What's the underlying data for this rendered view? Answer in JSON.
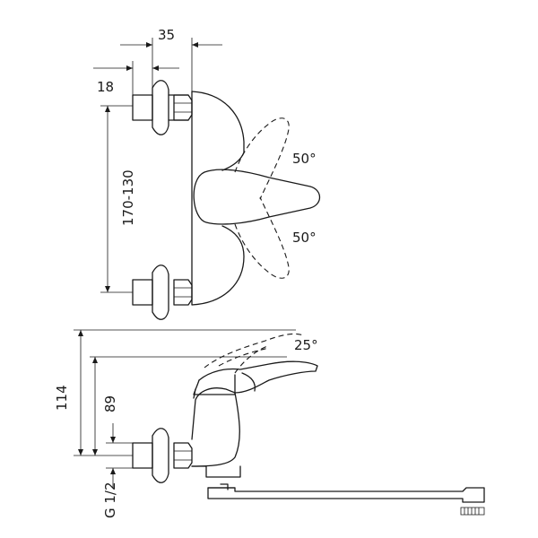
{
  "dimensions": {
    "connection_spacing": "35",
    "wall_offset": "18",
    "center_distance": "170-130",
    "lever_up_angle": "50°",
    "lever_down_angle": "50°",
    "lever_tilt_angle": "25°",
    "total_height": "114",
    "spout_height": "89",
    "thread": "G 1/2"
  },
  "colors": {
    "line": "#1a1a1a",
    "background": "#ffffff"
  }
}
